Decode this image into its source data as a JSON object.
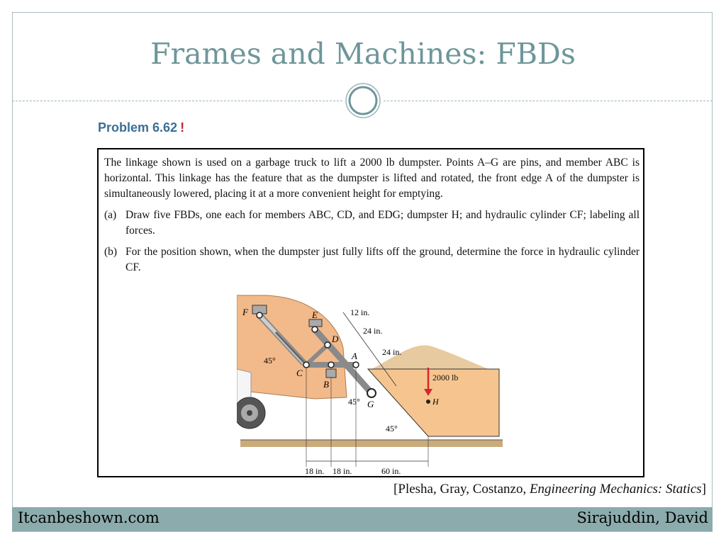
{
  "slide": {
    "title": "Frames and Machines: FBDs",
    "problem_label": "Problem 6.62",
    "problem_mark": "!"
  },
  "problem": {
    "intro": "The linkage shown is used on a garbage truck to lift a 2000 lb dumpster. Points A–G are pins, and member ABC is horizontal. This linkage has the feature that as the dumpster is lifted and rotated, the front edge A of the dumpster is simultaneously lowered, placing it at a more convenient height for emptying.",
    "part_a_label": "(a)",
    "part_a": "Draw five FBDs, one each for members ABC, CD, and EDG; dumpster H; and hydraulic cylinder CF; labeling all forces.",
    "part_b_label": "(b)",
    "part_b": "For the position shown, when the dumpster just fully lifts off the ground, determine the force in hydraulic cylinder CF."
  },
  "figure": {
    "labels": {
      "F": "F",
      "E": "E",
      "D": "D",
      "A": "A",
      "C": "C",
      "B": "B",
      "G": "G",
      "H": "H"
    },
    "dims": {
      "d12": "12 in.",
      "d24a": "24 in.",
      "d24b": "24 in.",
      "d18a": "18 in.",
      "d18b": "18 in.",
      "d60": "60 in.",
      "ang1": "45°",
      "ang2": "45°",
      "ang3": "45°"
    },
    "load": "2000 lb",
    "colors": {
      "truck": "#f2b98a",
      "dumpster": "#f6c58f",
      "garbage": "#e8caa0",
      "ground": "#c9ab7c",
      "load_arrow": "#d7262d"
    }
  },
  "citation": {
    "prefix": "[Plesha, Gray, Costanzo, ",
    "book": "Engineering Mechanics: Statics",
    "suffix": "]"
  },
  "footer": {
    "left": "Itcanbeshown.com",
    "right": "Sirajuddin, David"
  }
}
